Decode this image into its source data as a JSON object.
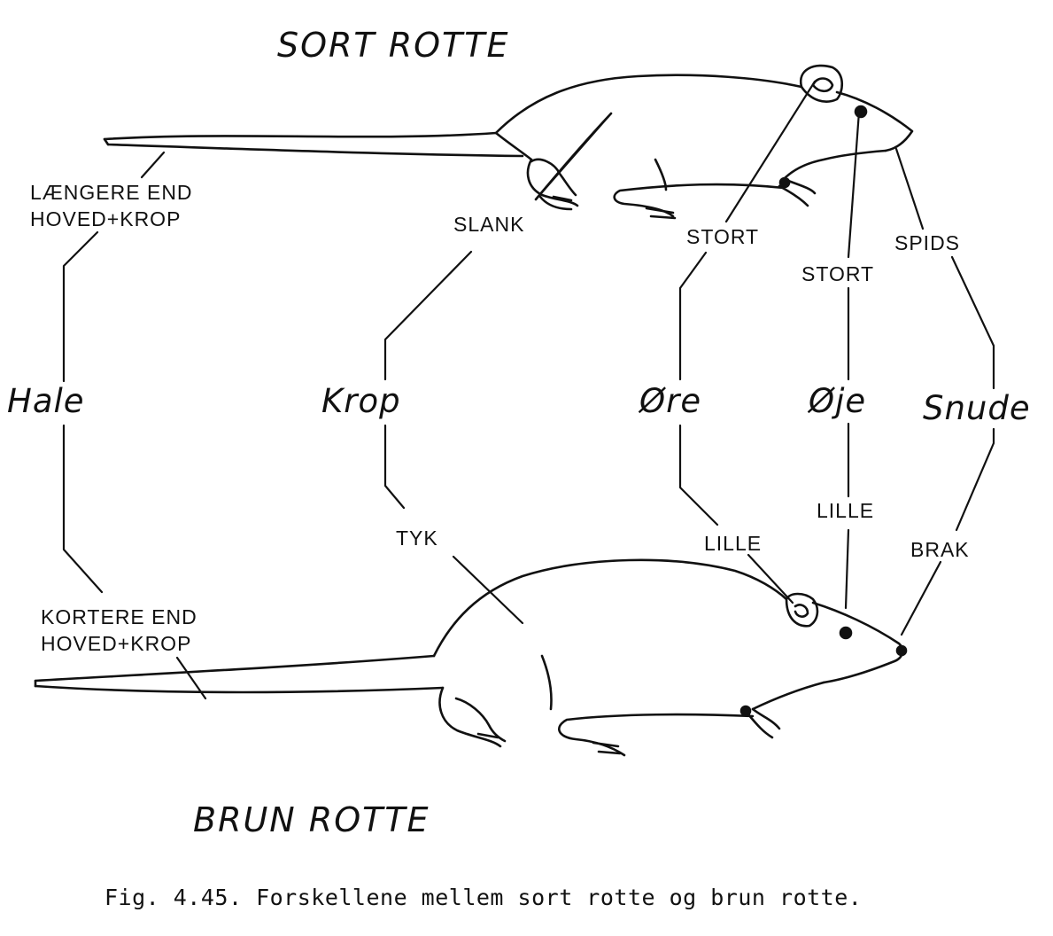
{
  "titles": {
    "top": "SORT ROTTE",
    "bottom": "BRUN ROTTE"
  },
  "categories": {
    "tail": "Hale",
    "body": "Krop",
    "ear": "Øre",
    "eye": "Øje",
    "snout": "Snude"
  },
  "sort_rotte": {
    "tail_line1": "LÆNGERE END",
    "tail_line2": "HOVED+KROP",
    "body": "SLANK",
    "ear": "STORT",
    "eye": "STORT",
    "snout": "SPIDS"
  },
  "brun_rotte": {
    "tail_line1": "KORTERE END",
    "tail_line2": "HOVED+KROP",
    "body": "TYK",
    "ear": "LILLE",
    "eye": "LILLE",
    "snout": "BRAK"
  },
  "caption": "Fig. 4.45. Forskellene mellem sort rotte og brun rotte.",
  "colors": {
    "ink": "#111111",
    "paper": "#ffffff"
  }
}
